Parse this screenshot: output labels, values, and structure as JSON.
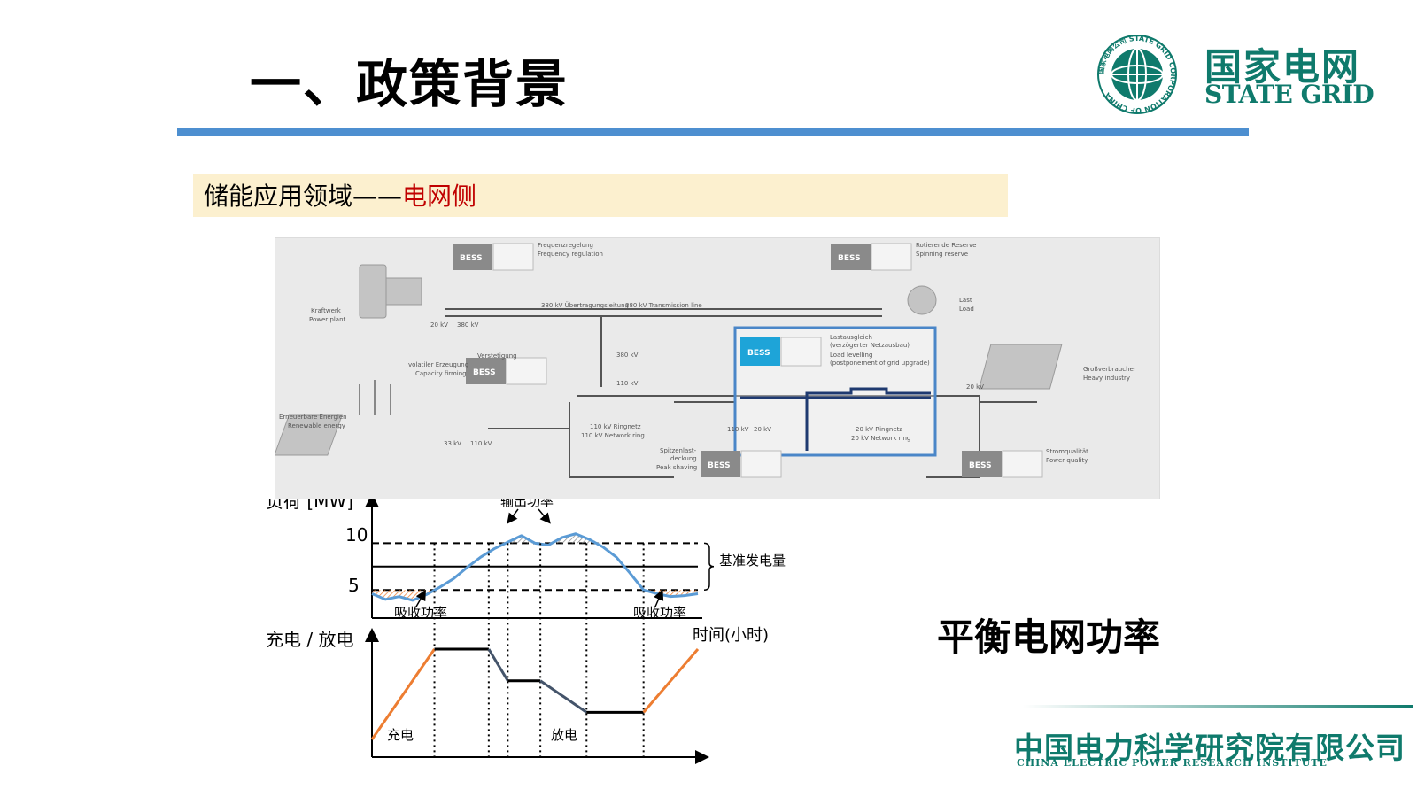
{
  "header": {
    "title": "一、政策背景",
    "logo_cn": "国家电网",
    "logo_en": "STATE GRID",
    "emblem_ring_text": "国家电网公司 STATE GRID CORPORATION OF CHINA"
  },
  "subtitle": {
    "prefix": "储能应用领域——",
    "highlight": "电网侧"
  },
  "diagram": {
    "bess_label": "BESS",
    "labels": {
      "freq_de": "Frequenzregelung",
      "freq_en": "Frequency regulation",
      "spin_de": "Rotierende Reserve",
      "spin_en": "Spinning reserve",
      "plant_de": "Kraftwerk",
      "plant_en": "Power plant",
      "line_de": "380 kV Übertragungsleitung",
      "line_en": "380 kV Transmission line",
      "v20": "20 kV",
      "v380": "380 kV",
      "v110": "110 kV",
      "v33": "33 kV",
      "load_de": "Last",
      "load_en": "Load",
      "cap_de1": "Verstetigung",
      "cap_de2": "volatiler Erzeugung",
      "cap_en": "Capacity firming",
      "ren_de": "Erneuerbare Energien",
      "ren_en": "Renewable energy",
      "ring110_de": "110 kV Ringnetz",
      "ring110_en": "110 kV Network ring",
      "level_de1": "Lastausgleich",
      "level_de2": "(verzögerter Netzausbau)",
      "level_en1": "Load levelling",
      "level_en2": "(postponement of grid upgrade)",
      "ring20_de": "20 kV Ringnetz",
      "ring20_en": "20 kV Network ring",
      "heavy_de": "Großverbraucher",
      "heavy_en": "Heavy industry",
      "peak_de1": "Spitzenlast-",
      "peak_de2": "deckung",
      "peak_en": "Peak shaving",
      "pq_de": "Stromqualität",
      "pq_en": "Power quality"
    }
  },
  "chart_data": [
    {
      "type": "line",
      "ylabel": "负荷 [MW]",
      "xlabel": "时间(小时)",
      "yticks": [
        "10",
        "5"
      ],
      "ylim": [
        2,
        14
      ],
      "upper_limit": 10,
      "baseline": 7.5,
      "lower_limit": 5,
      "series": [
        {
          "x": [
            0,
            0.5,
            1,
            1.5,
            2,
            2.5,
            3,
            3.5,
            4,
            4.5,
            5,
            5.5,
            6,
            6.5,
            7,
            7.5,
            8,
            8.5,
            9,
            9.5,
            10,
            10.5,
            11,
            11.5,
            12
          ],
          "values": [
            4.6,
            4.0,
            4.3,
            3.9,
            4.5,
            5.3,
            6.2,
            7.4,
            8.5,
            9.4,
            10.1,
            10.8,
            10.0,
            9.8,
            10.6,
            11.0,
            10.4,
            9.6,
            8.5,
            6.8,
            5.0,
            4.6,
            4.3,
            4.4,
            4.6
          ]
        }
      ],
      "annotations": {
        "output": "输出功率",
        "absorb_left": "吸收功率",
        "absorb_right": "吸收功率",
        "baseline_label": "基准发电量"
      },
      "colors": {
        "load": "#5b9bd5",
        "hatch_out": "#8c8c8c",
        "hatch_in": "#ed7d31"
      }
    },
    {
      "type": "line",
      "ylabel": "充电 / 放电",
      "labels": {
        "charge": "充电",
        "discharge": "放电"
      },
      "segments": [
        {
          "x": [
            0,
            2.3
          ],
          "values": [
            0,
            1.0
          ],
          "mode": "charge"
        },
        {
          "x": [
            2.3,
            4.3
          ],
          "values": [
            1.0,
            1.0
          ],
          "mode": "hold"
        },
        {
          "x": [
            4.3,
            5.0
          ],
          "values": [
            1.0,
            0.65
          ],
          "mode": "discharge"
        },
        {
          "x": [
            5.0,
            6.2
          ],
          "values": [
            0.65,
            0.65
          ],
          "mode": "hold"
        },
        {
          "x": [
            6.2,
            7.9
          ],
          "values": [
            0.65,
            0.3
          ],
          "mode": "discharge"
        },
        {
          "x": [
            7.9,
            10.0
          ],
          "values": [
            0.3,
            0.3
          ],
          "mode": "hold"
        },
        {
          "x": [
            10.0,
            12.0
          ],
          "values": [
            0.3,
            1.0
          ],
          "mode": "charge"
        }
      ],
      "colors": {
        "charge": "#ed7d31",
        "discharge": "#44546a",
        "hold": "#000000"
      }
    }
  ],
  "footer": {
    "balance_label": "平衡电网功率",
    "institute_cn": "中国电力科学研究院有限公司",
    "institute_en": "CHINA ELECTRIC POWER RESEARCH INSTITUTE"
  }
}
